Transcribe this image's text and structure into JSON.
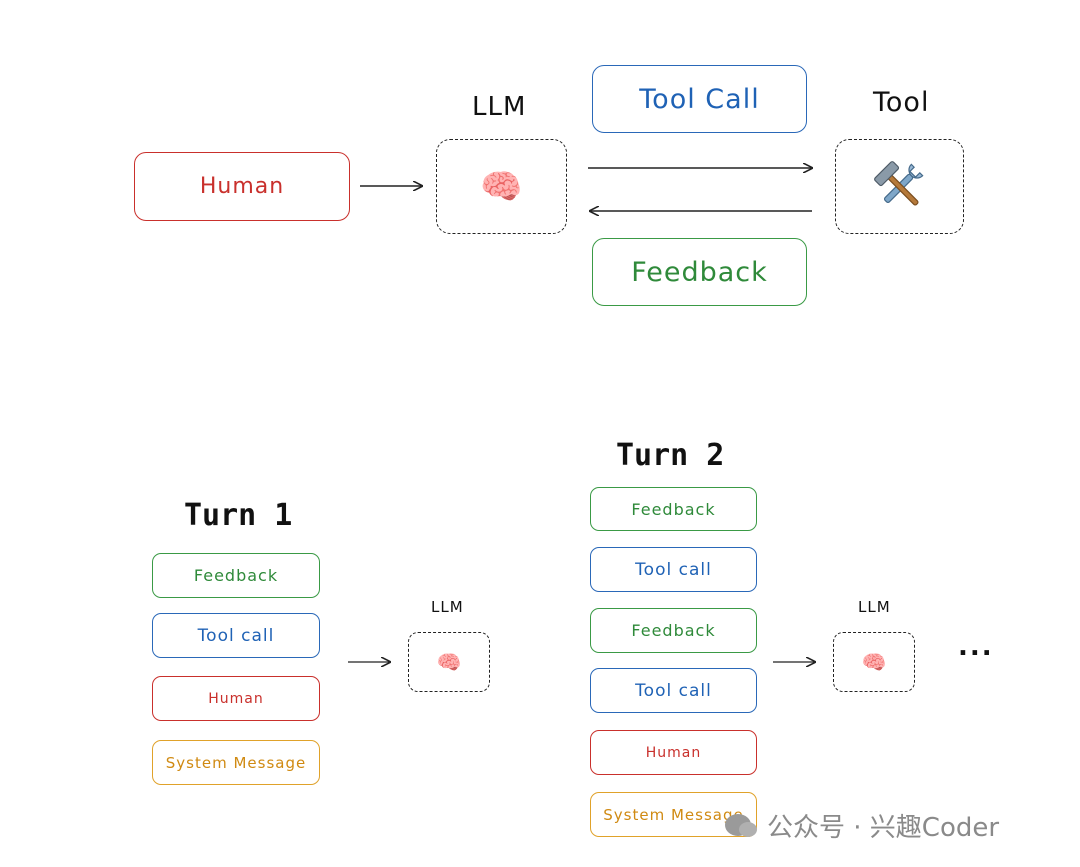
{
  "top": {
    "human": "Human",
    "llm_label": "LLM",
    "tool_label": "Tool",
    "tool_call": "Tool Call",
    "feedback": "Feedback",
    "tool_icon": "hammer-and-wrench-icon",
    "llm_icon": "brain-icon"
  },
  "turn1": {
    "title": "Turn 1",
    "llm_label": "LLM",
    "stack": [
      "Feedback",
      "Tool call",
      "Human",
      "System Message"
    ]
  },
  "turn2": {
    "title": "Turn 2",
    "llm_label": "LLM",
    "stack": [
      "Feedback",
      "Tool call",
      "Feedback",
      "Tool call",
      "Human",
      "System Message"
    ],
    "ellipsis": "..."
  },
  "watermark": {
    "text": "公众号 · 兴趣Coder"
  },
  "colors": {
    "human": "#c9302c",
    "tool_call": "#1f62b5",
    "feedback": "#2f8a3a",
    "system_message": "#d08a12"
  }
}
